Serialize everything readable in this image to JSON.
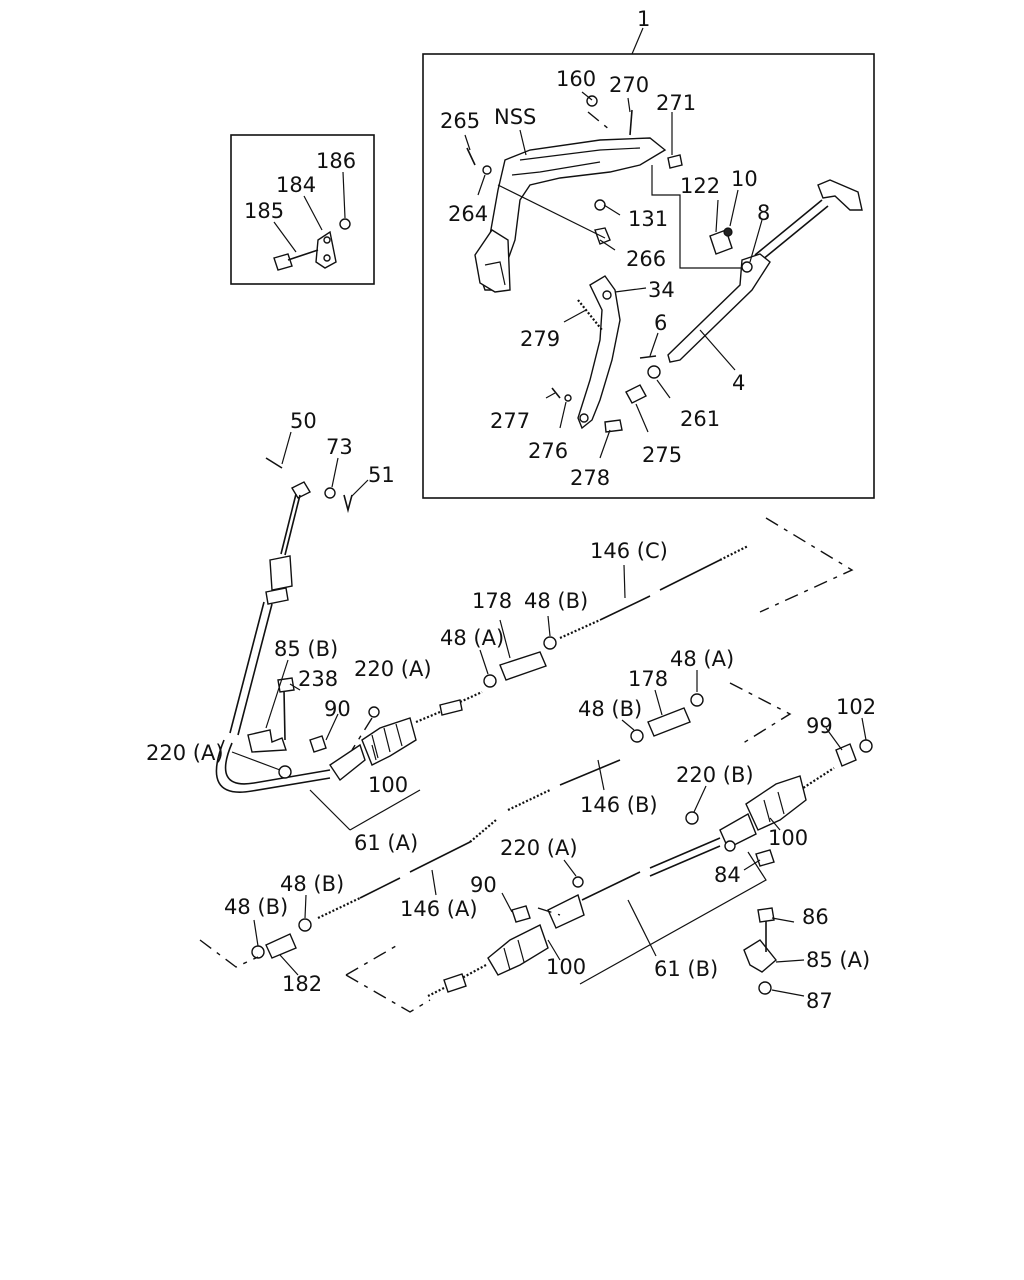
{
  "callouts": {
    "c1": "1",
    "c160": "160",
    "c270": "270",
    "c271": "271",
    "c265": "265",
    "cNSS": "NSS",
    "c264": "264",
    "c131": "131",
    "c122": "122",
    "c10": "10",
    "c8": "8",
    "c266": "266",
    "c34": "34",
    "c279": "279",
    "c6": "6",
    "c4": "4",
    "c261": "261",
    "c277": "277",
    "c276": "276",
    "c275": "275",
    "c278": "278",
    "c186": "186",
    "c184": "184",
    "c185": "185",
    "c50": "50",
    "c73": "73",
    "c51": "51",
    "c146C": "146 (C)",
    "c178a": "178",
    "c48Ba": "48 (B)",
    "c48Aa": "48 (A)",
    "c85B": "85 (B)",
    "c238": "238",
    "c220Aa": "220 (A)",
    "c90a": "90",
    "c220Ab": "220 (A)",
    "c100a": "100",
    "c61A": "61 (A)",
    "c178b": "178",
    "c48Ab": "48 (A)",
    "c48Bb": "48 (B)",
    "c146B": "146 (B)",
    "c99": "99",
    "c102": "102",
    "c220B": "220 (B)",
    "c100b": "100",
    "c84": "84",
    "c220Ac": "220 (A)",
    "c90b": "90",
    "c48Bc": "48 (B)",
    "c146A": "146 (A)",
    "c48Bd": "48 (B)",
    "c182": "182",
    "c100c": "100",
    "c61B": "61 (B)",
    "c86": "86",
    "c85A": "85 (A)",
    "c87": "87"
  }
}
